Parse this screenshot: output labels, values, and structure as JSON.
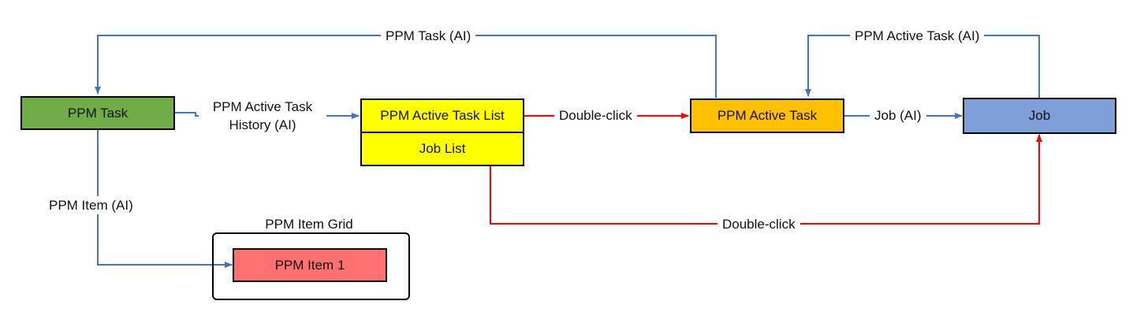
{
  "colors": {
    "blue_connector": "#4472C4",
    "red_connector": "#FF0000",
    "ppm_task_fill": "#70AD47",
    "active_task_list_fill": "#FFFF00",
    "ppm_active_task_fill": "#FFC000",
    "job_fill": "#7F9FD9",
    "ppm_item_fill": "#FF7070"
  },
  "nodes": {
    "ppm_task": "PPM Task",
    "active_task_list": "PPM Active Task List",
    "job_list": "Job List",
    "ppm_active_task": "PPM Active Task",
    "job": "Job",
    "ppm_item": "PPM Item 1",
    "ppm_item_grid": "PPM Item Grid"
  },
  "edges": {
    "top_loop": "PPM Task (AI)",
    "active_task_loop": "PPM Active Task (AI)",
    "history_line1": "PPM Active Task",
    "history_line2": "History (AI)",
    "double_click_1": "Double-click",
    "job_ai": "Job (AI)",
    "ppm_item_ai": "PPM Item (AI)",
    "double_click_2": "Double-click"
  }
}
